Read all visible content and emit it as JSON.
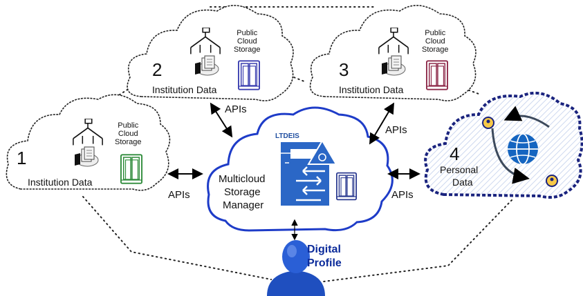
{
  "clouds": [
    {
      "number": "1",
      "caption": "Institution Data",
      "storage_label": "Public\nCloud\nStorage",
      "server_color": "#2e8b3a"
    },
    {
      "number": "2",
      "caption": "Institution Data",
      "storage_label": "Public\nCloud\nStorage",
      "server_color": "#3b3fb0"
    },
    {
      "number": "3",
      "caption": "Institution Data",
      "storage_label": "Public\nCloud\nStorage",
      "server_color": "#8e2a4a"
    }
  ],
  "personal": {
    "number": "4",
    "caption_line1": "Personal",
    "caption_line2": "Data"
  },
  "manager": {
    "brand": "LTDEIS",
    "line1": "Multicloud",
    "line2": "Storage",
    "line3": "Manager"
  },
  "apis": {
    "label": "APIs"
  },
  "profile": {
    "line1": "Digital",
    "line2": "Profile"
  },
  "colors": {
    "manager_blue": "#1e3cc8",
    "personal_navy": "#1a237e",
    "icon_blue": "#2b67c6",
    "arrow": "#000000"
  }
}
